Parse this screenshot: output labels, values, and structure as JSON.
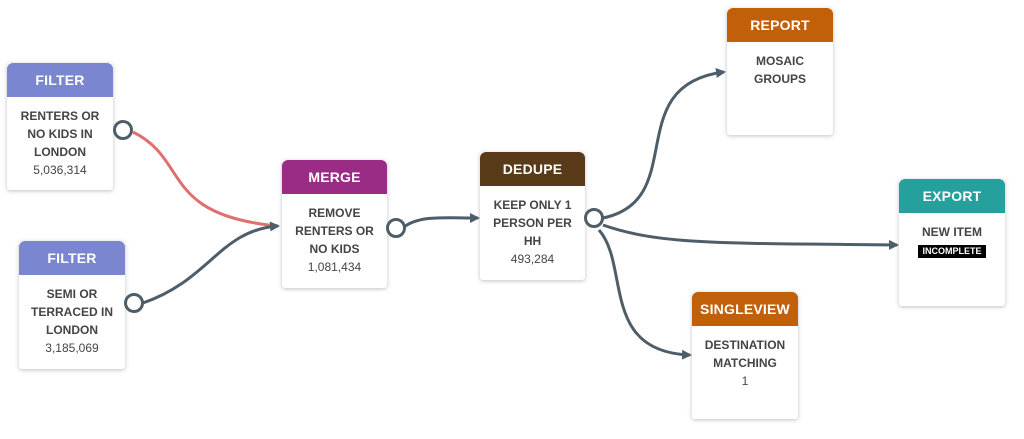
{
  "colors": {
    "filter": "#7b86d1",
    "merge": "#9b2c86",
    "dedupe": "#5a3b19",
    "report": "#c25f09",
    "export": "#25a09d",
    "singleview": "#c25f09",
    "edge": "#4e5e69",
    "edge_highlight": "#e07070"
  },
  "nodes": {
    "filter1": {
      "header": "FILTER",
      "lines": [
        "RENTERS OR",
        "NO KIDS IN",
        "LONDON"
      ],
      "count": "5,036,314"
    },
    "filter2": {
      "header": "FILTER",
      "lines": [
        "SEMI OR",
        "TERRACED IN",
        "LONDON"
      ],
      "count": "3,185,069"
    },
    "merge": {
      "header": "MERGE",
      "lines": [
        "REMOVE",
        "RENTERS OR",
        "NO KIDS"
      ],
      "count": "1,081,434"
    },
    "dedupe": {
      "header": "DEDUPE",
      "lines": [
        "KEEP ONLY 1",
        "PERSON PER",
        "HH"
      ],
      "count": "493,284"
    },
    "report": {
      "header": "REPORT",
      "lines": [
        "MOSAIC",
        "GROUPS"
      ]
    },
    "export": {
      "header": "EXPORT",
      "lines": [
        "NEW ITEM"
      ],
      "badge": "INCOMPLETE"
    },
    "singleview": {
      "header": "SINGLEVIEW",
      "lines": [
        "DESTINATION",
        "MATCHING"
      ],
      "count": "1"
    }
  }
}
